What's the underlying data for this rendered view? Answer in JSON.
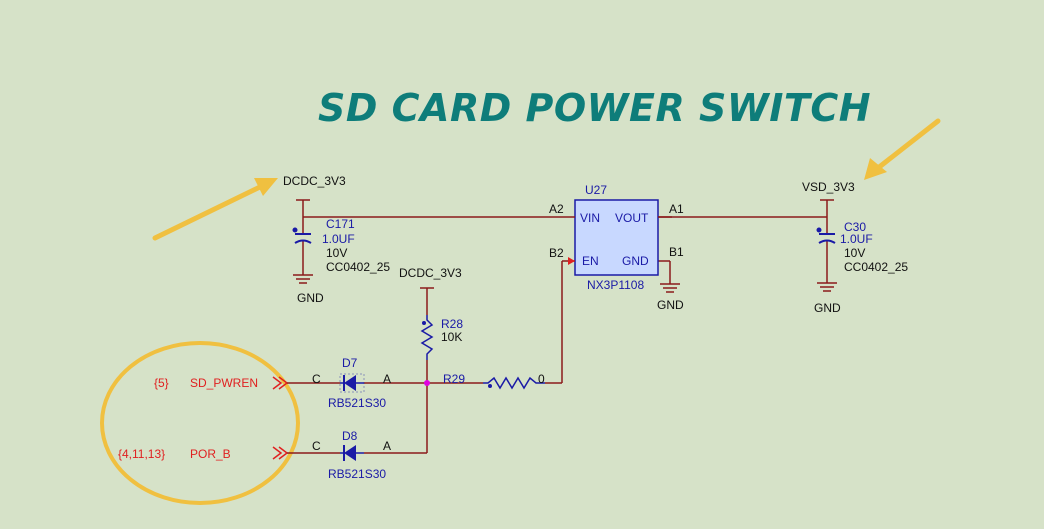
{
  "title": "SD CARD POWER SWITCH",
  "colors": {
    "background": "#d6e2c8",
    "title": "#0e7d7a",
    "wire": "#8b1a1a",
    "component": "#1a1aa6",
    "component_fill": "#c8d8ff",
    "net_label": "#e02020",
    "annotation": "#f0c040",
    "junction": "#e000e0"
  },
  "nets": {
    "dcdc_left": "DCDC_3V3",
    "dcdc_mid": "DCDC_3V3",
    "vsd": "VSD_3V3",
    "gnd_c171": "GND",
    "gnd_u27": "GND",
    "gnd_c30": "GND"
  },
  "components": {
    "c171": {
      "ref": "C171",
      "value": "1.0UF",
      "voltage": "10V",
      "footprint": "CC0402_25"
    },
    "c30": {
      "ref": "C30",
      "value": "1.0UF",
      "voltage": "10V",
      "footprint": "CC0402_25"
    },
    "u27": {
      "ref": "U27",
      "part": "NX3P1108",
      "pin_a2": "A2",
      "pin_a1": "A1",
      "pin_b2": "B2",
      "pin_b1": "B1",
      "vin": "VIN",
      "vout": "VOUT",
      "en": "EN",
      "gnd": "GND"
    },
    "r28": {
      "ref": "R28",
      "value": "10K"
    },
    "r29": {
      "ref": "R29",
      "value": "0"
    },
    "d7": {
      "ref": "D7",
      "part": "RB521S30",
      "cathode": "C",
      "anode": "A"
    },
    "d8": {
      "ref": "D8",
      "part": "RB521S30",
      "cathode": "C",
      "anode": "A"
    }
  },
  "ports": {
    "sd_pwren": {
      "name": "SD_PWREN",
      "sheets": "{5}"
    },
    "por_b": {
      "name": "POR_B",
      "sheets": "{4,11,13}"
    }
  }
}
